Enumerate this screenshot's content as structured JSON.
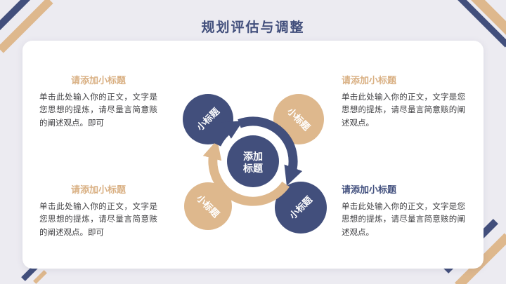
{
  "slide": {
    "title": "规划评估与调整"
  },
  "colors": {
    "navy": "#424f7c",
    "tan": "#deb88d",
    "bg": "#ecebf1",
    "card": "#ffffff",
    "body-text": "#3f3f42",
    "heading-tan": "#d9b083",
    "heading-navy": "#42507e"
  },
  "diagram": {
    "center": {
      "line1": "添加",
      "line2": "标题"
    },
    "nodes": [
      {
        "id": "nw",
        "label": "小标题",
        "color": "navy"
      },
      {
        "id": "ne",
        "label": "小标题",
        "color": "tan"
      },
      {
        "id": "sw",
        "label": "小标题",
        "color": "tan"
      },
      {
        "id": "se",
        "label": "小标题",
        "color": "navy"
      }
    ]
  },
  "text_blocks": [
    {
      "position": "top-left",
      "heading": "请添加小标题",
      "body": "单击此处输入你的正文，文字是您思想的提炼，请尽量言简意赅的阐述观点。即可"
    },
    {
      "position": "top-right",
      "heading": "请添加小标题",
      "body": "单击此处输入你的正文，文字是您思想的提炼，请尽量言简意赅的阐述观点。"
    },
    {
      "position": "bottom-left",
      "heading": "请添加小标题",
      "body": "单击此处输入你的正文，文字是您思想的提炼，请尽量言简意赅的阐述观点。即可"
    },
    {
      "position": "bottom-right",
      "heading": "请添加小标题",
      "body": "单击此处输入你的正文，文字是您思想的提炼，请尽量言简意赅的阐述观点。"
    }
  ]
}
